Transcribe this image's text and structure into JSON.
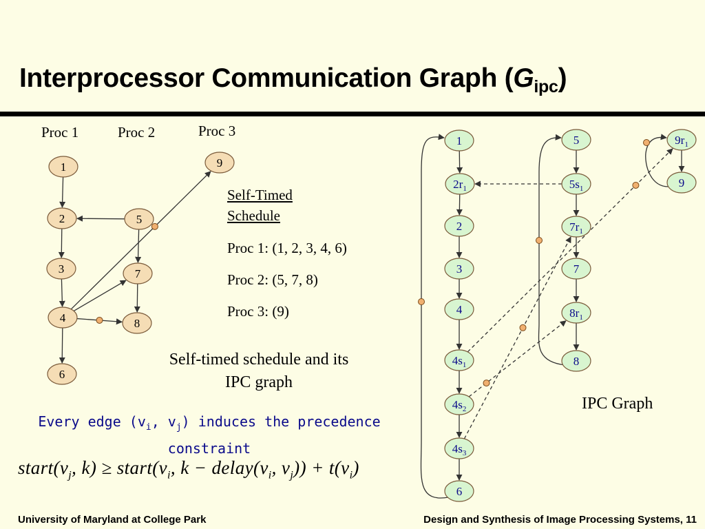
{
  "title": {
    "main": "Interprocessor Communication Graph (",
    "italic": "G",
    "sub": "ipc",
    "close": ")"
  },
  "proc_labels": [
    "Proc 1",
    "Proc 2",
    "Proc 3"
  ],
  "schedule": {
    "heading1": "Self-Timed",
    "heading2": "Schedule",
    "proc1": "Proc 1: (1, 2, 3, 4, 6)",
    "proc2": "Proc 2: (5, 7, 8)",
    "proc3": "Proc 3: (9)"
  },
  "caption": "Self-timed schedule and its IPC graph",
  "ipc_caption": "IPC Graph",
  "precedence": {
    "pre": "Every edge (v",
    "i": "i",
    "mid": ", v",
    "j": "j",
    "post": ") induces the precedence constraint"
  },
  "formula": {
    "a": "start(v",
    "s1": "j",
    "b": ", k) ≥ start(v",
    "s2": "i",
    "c": ", k − delay(v",
    "s3": "i",
    "d": ", v",
    "s4": "j",
    "e": ")) + t(v",
    "s5": "i",
    "f": ")"
  },
  "footer": {
    "left": "University of Maryland at College Park",
    "right": "Design and Synthesis of Image Processing Systems, 11"
  },
  "colors": {
    "background": "#fdfde5",
    "node_sdf": "#f5ddb5",
    "node_ipc": "#d8f5d0",
    "delay_token": "#f0b070",
    "text_blue": "#0a0a8a",
    "edge": "#333333"
  },
  "sdf_nodes": [
    {
      "id": "1",
      "base": "1",
      "sub": ""
    },
    {
      "id": "2",
      "base": "2",
      "sub": ""
    },
    {
      "id": "3",
      "base": "3",
      "sub": ""
    },
    {
      "id": "4",
      "base": "4",
      "sub": ""
    },
    {
      "id": "6",
      "base": "6",
      "sub": ""
    },
    {
      "id": "5",
      "base": "5",
      "sub": ""
    },
    {
      "id": "7",
      "base": "7",
      "sub": ""
    },
    {
      "id": "8",
      "base": "8",
      "sub": ""
    },
    {
      "id": "9",
      "base": "9",
      "sub": ""
    }
  ],
  "ipc_nodes": [
    {
      "id": "c1",
      "base": "1",
      "sub": ""
    },
    {
      "id": "c2r1",
      "base": "2r",
      "sub": "1"
    },
    {
      "id": "c2",
      "base": "2",
      "sub": ""
    },
    {
      "id": "c3",
      "base": "3",
      "sub": ""
    },
    {
      "id": "c4",
      "base": "4",
      "sub": ""
    },
    {
      "id": "c4s1",
      "base": "4s",
      "sub": "1"
    },
    {
      "id": "c4s2",
      "base": "4s",
      "sub": "2"
    },
    {
      "id": "c4s3",
      "base": "4s",
      "sub": "3"
    },
    {
      "id": "c6",
      "base": "6",
      "sub": ""
    },
    {
      "id": "c5",
      "base": "5",
      "sub": ""
    },
    {
      "id": "c5s1",
      "base": "5s",
      "sub": "1"
    },
    {
      "id": "c7r1",
      "base": "7r",
      "sub": "1"
    },
    {
      "id": "c7",
      "base": "7",
      "sub": ""
    },
    {
      "id": "c8r1",
      "base": "8r",
      "sub": "1"
    },
    {
      "id": "c8",
      "base": "8",
      "sub": ""
    },
    {
      "id": "c9r1",
      "base": "9r",
      "sub": "1"
    },
    {
      "id": "c9",
      "base": "9",
      "sub": ""
    }
  ],
  "sdf_edges": [
    {
      "from": "1",
      "to": "2",
      "delay": false
    },
    {
      "from": "2",
      "to": "3",
      "delay": false
    },
    {
      "from": "3",
      "to": "4",
      "delay": false
    },
    {
      "from": "4",
      "to": "6",
      "delay": false
    },
    {
      "from": "5",
      "to": "2",
      "delay": false
    },
    {
      "from": "5",
      "to": "7",
      "delay": false
    },
    {
      "from": "7",
      "to": "8",
      "delay": false
    },
    {
      "from": "4",
      "to": "7",
      "delay": false
    },
    {
      "from": "4",
      "to": "8",
      "delay": true
    },
    {
      "from": "4",
      "to": "9",
      "delay": true
    }
  ],
  "ipc_edges": [
    {
      "from": "c1",
      "to": "c2r1",
      "dashed": false
    },
    {
      "from": "c2r1",
      "to": "c2",
      "dashed": false
    },
    {
      "from": "c2",
      "to": "c3",
      "dashed": false
    },
    {
      "from": "c3",
      "to": "c4",
      "dashed": false
    },
    {
      "from": "c4",
      "to": "c4s1",
      "dashed": false
    },
    {
      "from": "c4s1",
      "to": "c4s2",
      "dashed": false
    },
    {
      "from": "c4s2",
      "to": "c4s3",
      "dashed": false
    },
    {
      "from": "c4s3",
      "to": "c6",
      "dashed": false
    },
    {
      "from": "c5",
      "to": "c5s1",
      "dashed": false
    },
    {
      "from": "c5s1",
      "to": "c7r1",
      "dashed": false
    },
    {
      "from": "c7r1",
      "to": "c7",
      "dashed": false
    },
    {
      "from": "c7",
      "to": "c8r1",
      "dashed": false
    },
    {
      "from": "c8r1",
      "to": "c8",
      "dashed": false
    },
    {
      "from": "c9r1",
      "to": "c9",
      "dashed": false
    },
    {
      "from": "c5s1",
      "to": "c2r1",
      "dashed": true,
      "delay": false
    },
    {
      "from": "c4s1",
      "to": "c9r1",
      "dashed": true,
      "delay": true
    },
    {
      "from": "c4s2",
      "to": "c8r1",
      "dashed": true,
      "delay": true
    },
    {
      "from": "c4s3",
      "to": "c7r1",
      "dashed": true,
      "delay": true
    }
  ]
}
